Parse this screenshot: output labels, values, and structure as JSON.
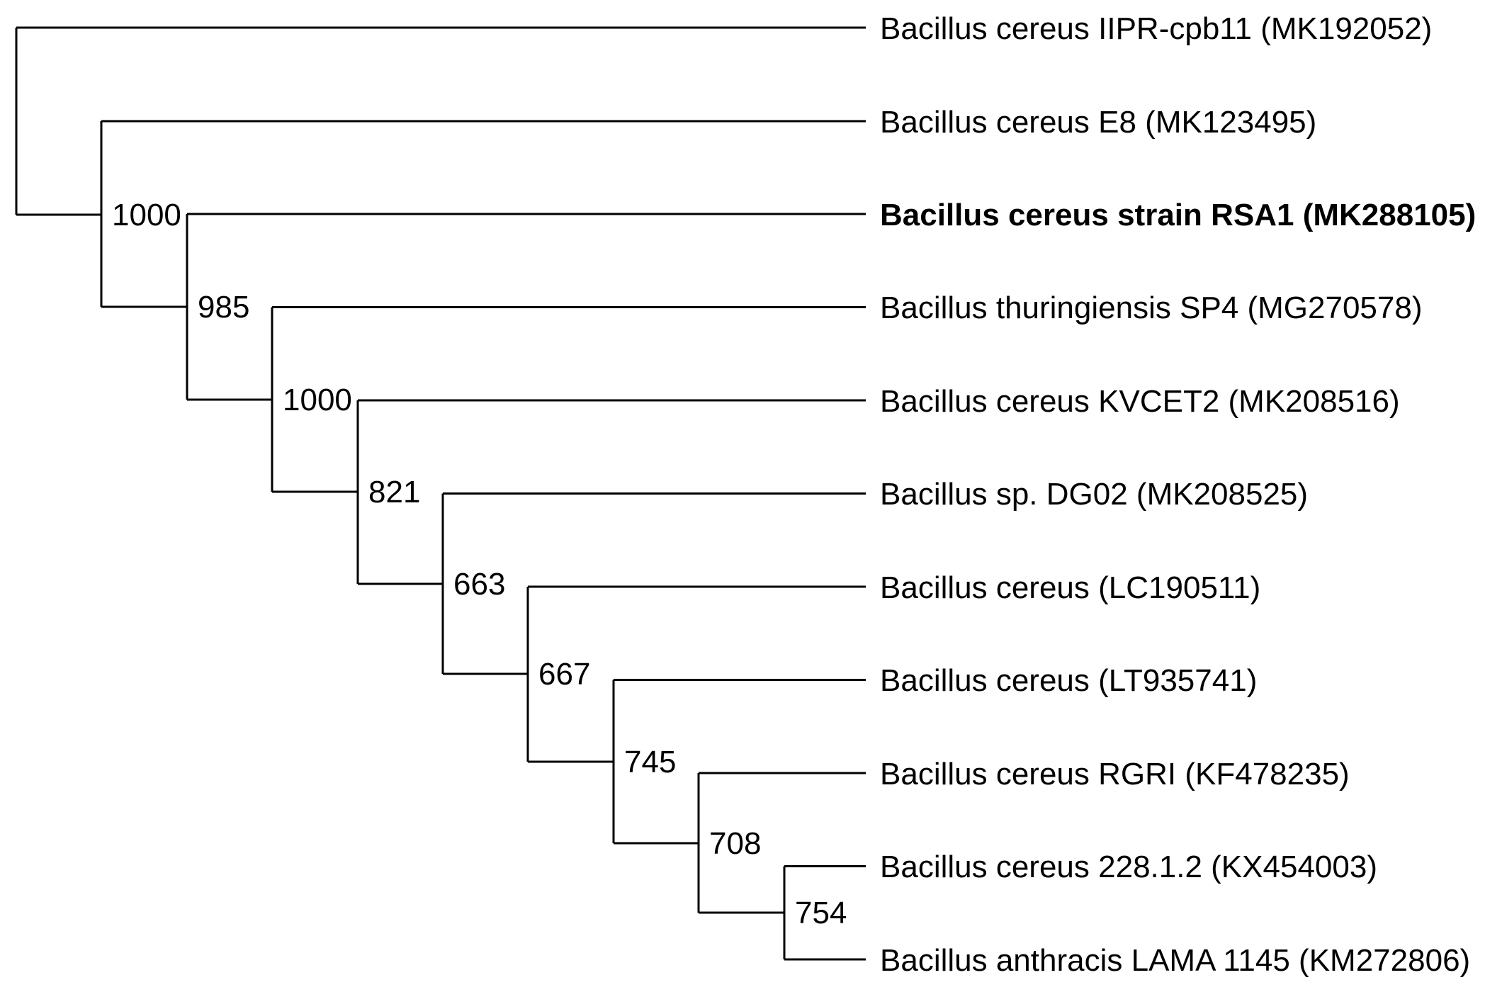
{
  "figure": {
    "type": "phylogenetic-tree-cladogram",
    "background_color": "#ffffff",
    "line_color": "#000000",
    "text_color": "#000000",
    "topology_newick": "(Bacillus cereus IIPR-cpb11 (MK192052),(Bacillus cereus E8 (MK123495),(Bacillus cereus strain RSA1 (MK288105),(Bacillus thuringiensis SP4 (MG270578),(Bacillus cereus KVCET2 (MK208516),(Bacillus sp. DG02 (MK208525),(Bacillus cereus (LC190511),(Bacillus cereus (LT935741),(Bacillus cereus RGRI (KF478235),(Bacillus cereus 228.1.2 (KX454003),Bacillus anthracis LAMA 1145 (KM272806))754)708)745)667)663)821)1000)985)1000);"
  },
  "tree": {
    "taxa": [
      {
        "label": "Bacillus cereus IIPR-cpb11 (MK192052)",
        "bold": false
      },
      {
        "label": "Bacillus cereus E8 (MK123495)",
        "bold": false
      },
      {
        "label": "Bacillus cereus strain RSA1 (MK288105)",
        "bold": true
      },
      {
        "label": "Bacillus thuringiensis SP4 (MG270578)",
        "bold": false
      },
      {
        "label": "Bacillus cereus KVCET2 (MK208516)",
        "bold": false
      },
      {
        "label": "Bacillus sp. DG02 (MK208525)",
        "bold": false
      },
      {
        "label": "Bacillus cereus (LC190511)",
        "bold": false
      },
      {
        "label": "Bacillus cereus (LT935741)",
        "bold": false
      },
      {
        "label": "Bacillus cereus RGRI (KF478235)",
        "bold": false
      },
      {
        "label": "Bacillus cereus 228.1.2 (KX454003)",
        "bold": false
      },
      {
        "label": "Bacillus anthracis LAMA 1145 (KM272806)",
        "bold": false
      }
    ],
    "bootstraps": [
      {
        "value": "1000"
      },
      {
        "value": "985"
      },
      {
        "value": "1000"
      },
      {
        "value": "821"
      },
      {
        "value": "663"
      },
      {
        "value": "667"
      },
      {
        "value": "745"
      },
      {
        "value": "708"
      },
      {
        "value": "754"
      }
    ]
  }
}
